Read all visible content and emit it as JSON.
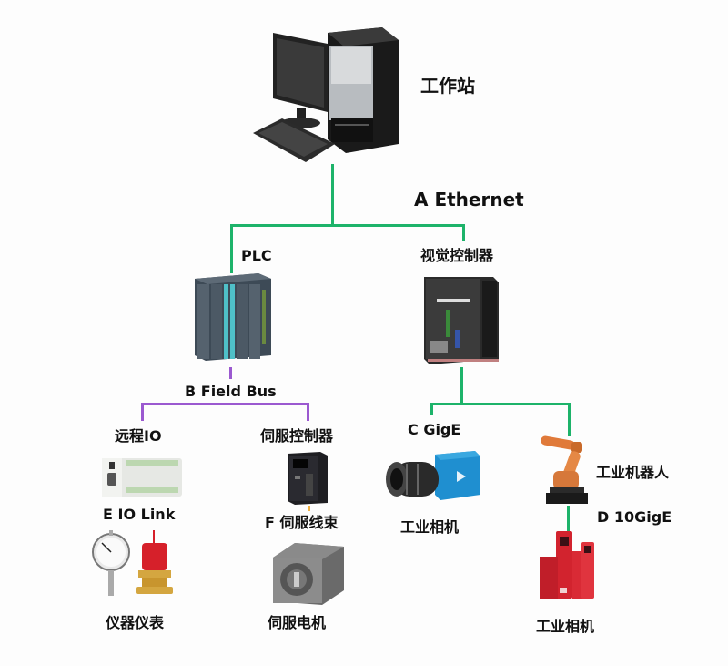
{
  "title": "Industrial network topology",
  "colors": {
    "ethernet_line": "#1db36a",
    "fieldbus_line": "#9b59d0",
    "servo_cable": "#f0b040",
    "text": "#111111"
  },
  "nodes": {
    "workstation": {
      "label": "工作站",
      "icon": "desktop-computer-icon"
    },
    "plc": {
      "label": "PLC",
      "icon": "plc-rack-icon"
    },
    "vision_controller": {
      "label": "视觉控制器",
      "icon": "vision-controller-icon"
    },
    "remote_io": {
      "label": "远程IO",
      "icon": "remote-io-module-icon"
    },
    "servo_controller": {
      "label": "伺服控制器",
      "icon": "servo-drive-icon"
    },
    "instruments": {
      "label": "仪器仪表",
      "icon": "gauge-and-beacon-icon"
    },
    "servo_motor": {
      "label": "伺服电机",
      "icon": "servo-motor-icon"
    },
    "industrial_camera_gige": {
      "label": "工业相机",
      "icon": "blue-industrial-camera-icon"
    },
    "industrial_robot": {
      "label": "工业机器人",
      "icon": "robot-arm-icon"
    },
    "industrial_camera_10gige": {
      "label": "工业相机",
      "icon": "red-industrial-camera-icon"
    }
  },
  "links": {
    "a": {
      "label": "A Ethernet"
    },
    "b": {
      "label": "B Field Bus"
    },
    "c": {
      "label": "C GigE"
    },
    "d": {
      "label": "D 10GigE"
    },
    "e": {
      "label": "E IO Link"
    },
    "f": {
      "label": "F 伺服线束"
    }
  }
}
